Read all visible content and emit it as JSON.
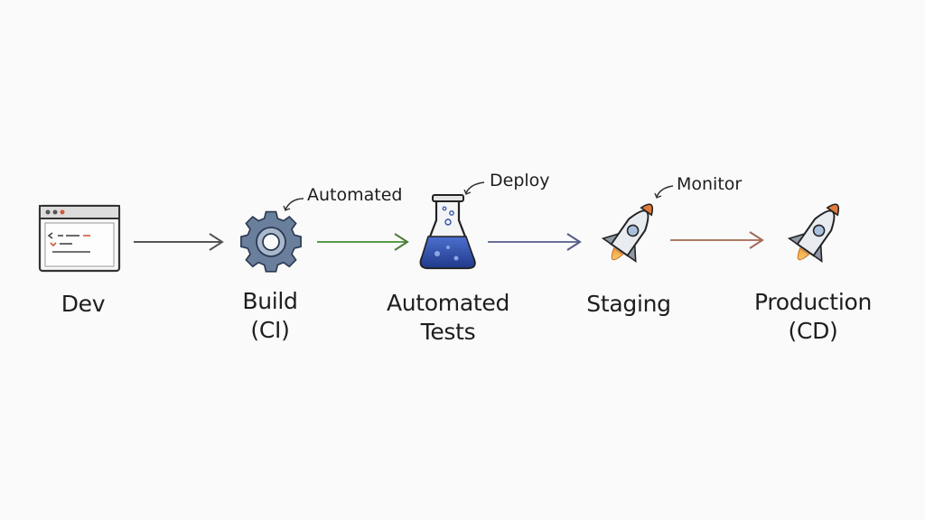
{
  "stages": [
    {
      "id": "dev",
      "label_lines": [
        "Dev"
      ],
      "icon": "code-window-icon"
    },
    {
      "id": "build",
      "label_lines": [
        "Build",
        "(CI)"
      ],
      "icon": "gear-icon"
    },
    {
      "id": "tests",
      "label_lines": [
        "Automated",
        "Tests"
      ],
      "icon": "flask-icon"
    },
    {
      "id": "staging",
      "label_lines": [
        "Staging"
      ],
      "icon": "rocket-icon"
    },
    {
      "id": "production",
      "label_lines": [
        "Production",
        "(CD)"
      ],
      "icon": "rocket-icon"
    }
  ],
  "annotations": {
    "automated": "Automated",
    "deploy": "Deploy",
    "monitor": "Monitor"
  },
  "colors": {
    "ink": "#2b2b2b",
    "arrow_1": "#555555",
    "arrow_2": "#5a9a4a",
    "arrow_3": "#6b6f9a",
    "arrow_4": "#b07a66",
    "gear": "#5b7290",
    "flask_liquid": "#2f4fa3",
    "rocket_tip": "#e07b3c"
  }
}
